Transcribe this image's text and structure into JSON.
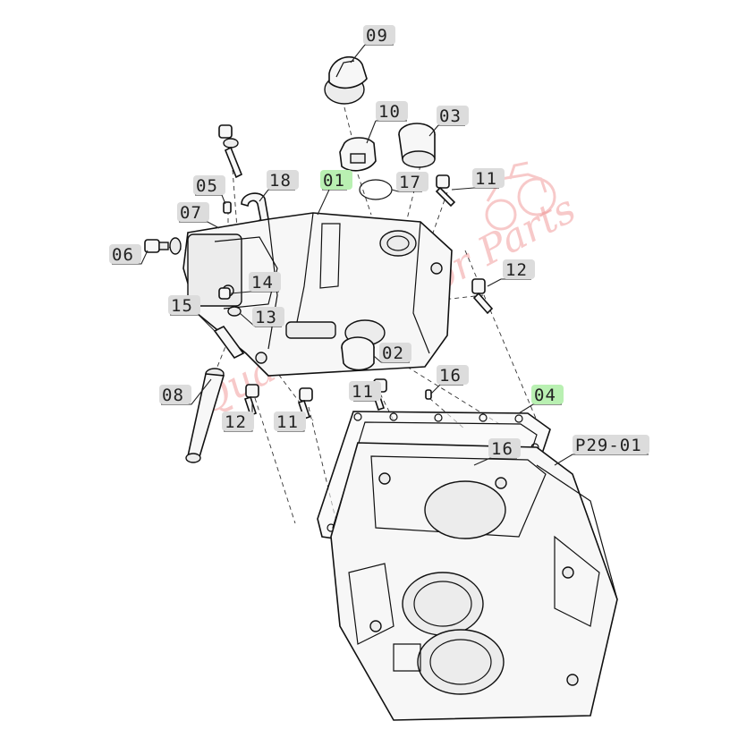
{
  "diagram": {
    "callouts": [
      {
        "id": "09",
        "highlight": false
      },
      {
        "id": "10",
        "highlight": false
      },
      {
        "id": "03",
        "highlight": false
      },
      {
        "id": "05",
        "highlight": false
      },
      {
        "id": "18",
        "highlight": false
      },
      {
        "id": "01",
        "highlight": true
      },
      {
        "id": "17",
        "highlight": false
      },
      {
        "id": "11",
        "highlight": false
      },
      {
        "id": "07",
        "highlight": false
      },
      {
        "id": "06",
        "highlight": false
      },
      {
        "id": "12",
        "highlight": false
      },
      {
        "id": "14",
        "highlight": false
      },
      {
        "id": "15",
        "highlight": false
      },
      {
        "id": "13",
        "highlight": false
      },
      {
        "id": "02",
        "highlight": false
      },
      {
        "id": "08",
        "highlight": false
      },
      {
        "id": "16",
        "highlight": false
      },
      {
        "id": "04",
        "highlight": true
      },
      {
        "id": "P29-01",
        "highlight": false
      },
      {
        "id": "16",
        "highlight": false
      },
      {
        "id": "11",
        "highlight": false
      },
      {
        "id": "12",
        "highlight": false
      },
      {
        "id": "11",
        "highlight": false
      }
    ],
    "highlight_color": "#b9f0b2",
    "watermark_color": "#e88888"
  }
}
